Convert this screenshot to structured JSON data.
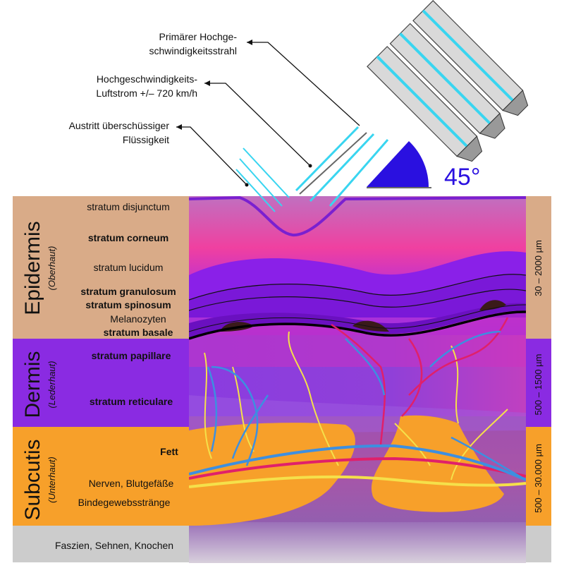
{
  "colors": {
    "epidermis_band": "#d9ab88",
    "dermis_band": "#8a2be2",
    "subcutis_band": "#f7a02a",
    "base_band": "#cccccc",
    "surface_line": "#7a20d0",
    "nerve": "#f5e04a",
    "vessel_blue": "#3d8fe0",
    "vessel_red": "#e0206a",
    "angle_fill": "#2a10e0",
    "air_stream": "#39d5f0"
  },
  "callouts": {
    "primary_jet_1": "Primärer Hochge-",
    "primary_jet_2": "schwindigkeitsstrahl",
    "air_stream_1": "Hochgeschwindigkeits-",
    "air_stream_2": "Luftstrom +/– 720 km/h",
    "excess_1": "Austritt überschüssiger",
    "excess_2": "Flüssigkeit"
  },
  "angle": "45°",
  "layers": {
    "epidermis": "Epidermis",
    "epidermis_sub": "(Oberhaut)",
    "dermis": "Dermis",
    "dermis_sub": "(Lederhaut)",
    "subcutis": "Subcutis",
    "subcutis_sub": "(Unterhaut)"
  },
  "strata": {
    "disjunctum": "stratum disjunctum",
    "corneum": "stratum corneum",
    "lucidum": "stratum lucidum",
    "granulosum": "stratum granulosum",
    "spinosum": "stratum spinosum",
    "melanocytes": "Melanozyten",
    "basale": "stratum basale",
    "papillare": "stratum papillare",
    "reticulare": "stratum reticulare",
    "fat": "Fett",
    "nerves_vessels": "Nerven, Blutgefäße",
    "connective": "Bindegewebsstränge",
    "base": "Faszien, Sehnen, Knochen"
  },
  "ranges": {
    "epidermis": "30 – 2000 µm",
    "dermis": "500 – 1500 µm",
    "subcutis": "500 – 30.000 µm"
  }
}
